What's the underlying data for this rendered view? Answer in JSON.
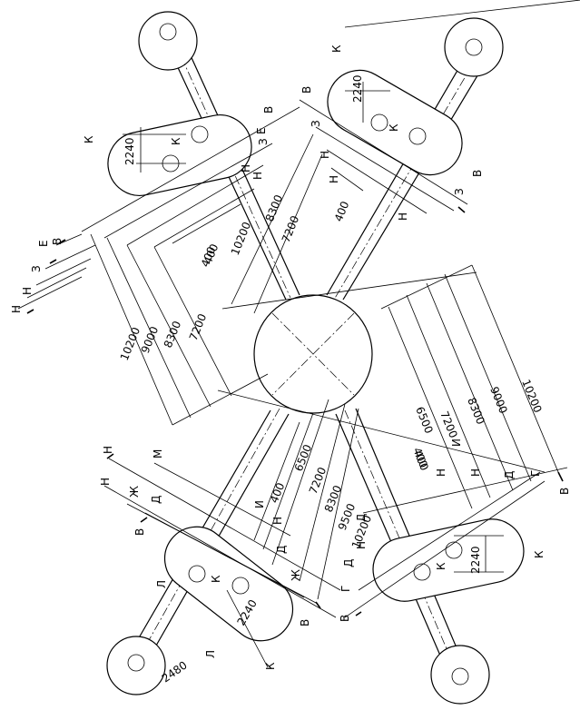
{
  "dims": {
    "top_left_group": [
      "10200",
      "8300",
      "7200",
      "400"
    ],
    "top_right_group": [
      "400"
    ],
    "left_group": [
      "10200",
      "9000",
      "8300",
      "7200",
      "400"
    ],
    "right_group": [
      "10200",
      "9000",
      "8300",
      "7200",
      "6500",
      "400"
    ],
    "bottom_left_group": [
      "6500",
      "7200",
      "8300",
      "9500",
      "10200",
      "400"
    ],
    "bottom_right_group": [
      "400"
    ],
    "pad": "2240",
    "base": "2480"
  },
  "letters": {
    "top_right": [
      "В",
      "З",
      "Н",
      "Н",
      "Н",
      "З",
      "В",
      "К",
      "К"
    ],
    "top_left": [
      "В",
      "З",
      "Е",
      "Н",
      "Н",
      "К",
      "К"
    ],
    "left": [
      "В",
      "Е",
      "З",
      "Н",
      "Н"
    ],
    "right": [
      "В",
      "Г",
      "Д",
      "Д",
      "И",
      "Н",
      "Н"
    ],
    "bottom_left": [
      "Н",
      "М",
      "Н",
      "Ж",
      "Д",
      "В",
      "Л",
      "Л",
      "И",
      "Н",
      "Д",
      "Ж",
      "В",
      "К",
      "К"
    ],
    "bottom_right": [
      "В",
      "Г",
      "Д",
      "Н",
      "К",
      "К"
    ]
  }
}
